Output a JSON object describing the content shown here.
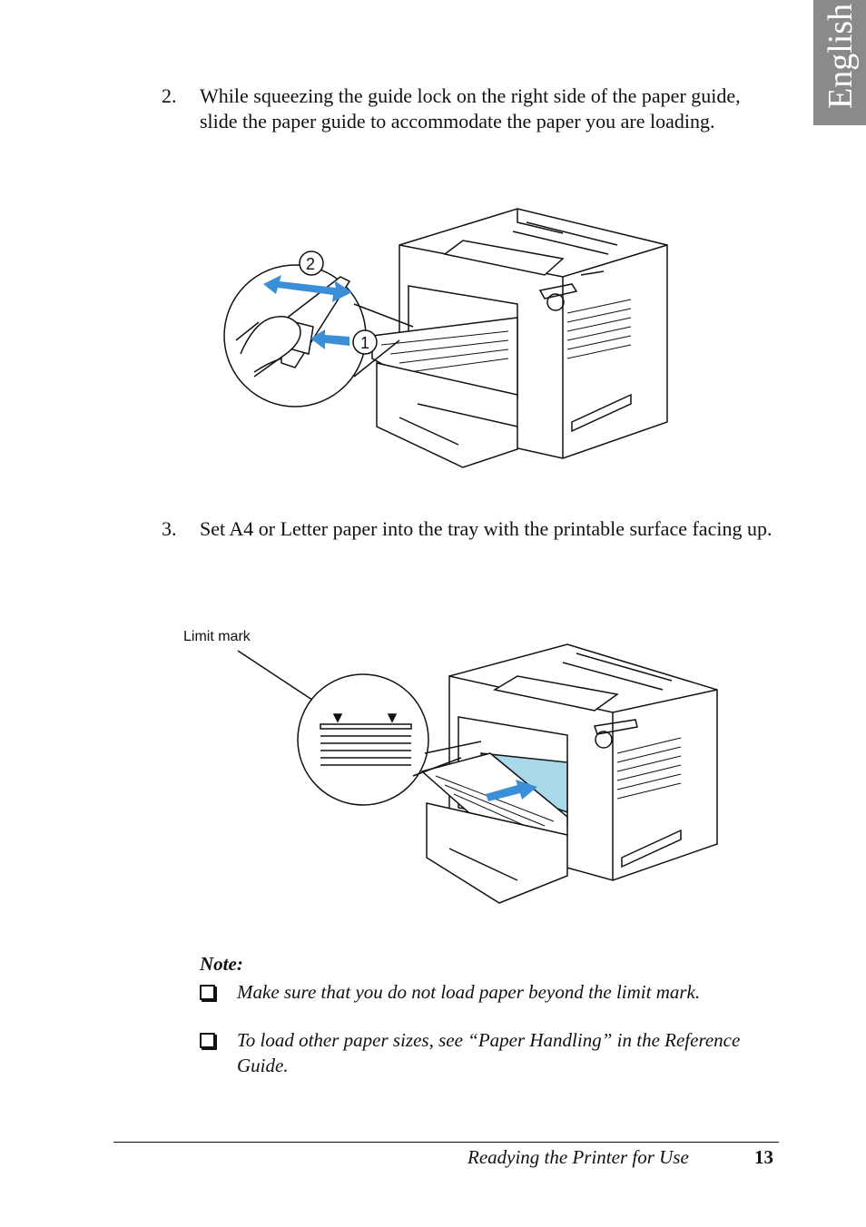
{
  "side_tab": {
    "label": "English",
    "color": "#8a8a8a"
  },
  "steps": [
    {
      "number": "2.",
      "text": "While squeezing the guide lock on the right side of the paper guide, slide the paper guide to accommodate the paper you are loading."
    },
    {
      "number": "3.",
      "text": "Set A4 or Letter paper into the tray with the printable surface facing up."
    }
  ],
  "figure1": {
    "callout_1": "1",
    "callout_2": "2"
  },
  "figure2": {
    "limit_label": "Limit mark"
  },
  "note": {
    "title": "Note:",
    "items": [
      "Make sure that you do not load paper beyond the limit mark.",
      "To load other paper sizes, see “Paper Handling” in the Reference Guide."
    ]
  },
  "footer": {
    "section": "Readying the Printer for Use",
    "page": "13"
  }
}
